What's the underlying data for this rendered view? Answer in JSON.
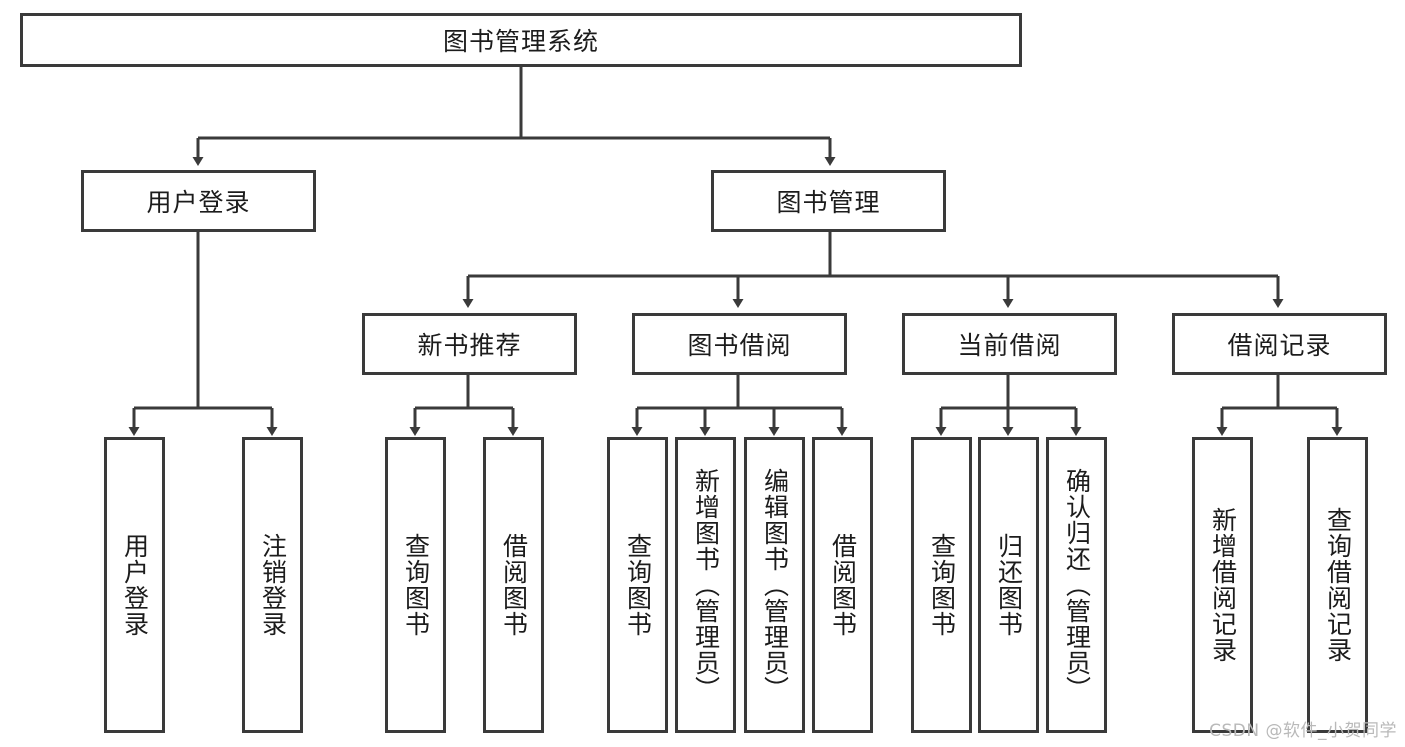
{
  "diagram": {
    "title": "图书管理系统",
    "type": "tree",
    "orientation": "top-down",
    "line_color": "#3a3a3a",
    "box_border_color": "#3a3a3a",
    "box_fill_color": "#ffffff",
    "background_color": "#ffffff",
    "watermark": "CSDN @软件_小贺同学"
  },
  "nodes": {
    "root": {
      "label": "图书管理系统"
    },
    "level1": [
      {
        "id": "user-login",
        "label": "用户登录"
      },
      {
        "id": "book-management",
        "label": "图书管理"
      }
    ],
    "level2": [
      {
        "id": "new-book-recommend",
        "label": "新书推荐"
      },
      {
        "id": "book-borrow",
        "label": "图书借阅"
      },
      {
        "id": "current-borrow",
        "label": "当前借阅"
      },
      {
        "id": "borrow-record",
        "label": "借阅记录"
      }
    ],
    "leaves": {
      "user-login": [
        {
          "id": "leaf-user-login",
          "label": "用户登录"
        },
        {
          "id": "leaf-user-logout",
          "label": "注销登录"
        }
      ],
      "new-book-recommend": [
        {
          "id": "leaf-query-book-1",
          "label": "查询图书"
        },
        {
          "id": "leaf-borrow-book-1",
          "label": "借阅图书"
        }
      ],
      "book-borrow": [
        {
          "id": "leaf-query-book-2",
          "label": "查询图书"
        },
        {
          "id": "leaf-add-book",
          "label": "新增图书（管理员）"
        },
        {
          "id": "leaf-edit-book",
          "label": "编辑图书（管理员）"
        },
        {
          "id": "leaf-borrow-book-2",
          "label": "借阅图书"
        }
      ],
      "current-borrow": [
        {
          "id": "leaf-query-book-3",
          "label": "查询图书"
        },
        {
          "id": "leaf-return-book",
          "label": "归还图书"
        },
        {
          "id": "leaf-confirm-return",
          "label": "确认归还（管理员）"
        }
      ],
      "borrow-record": [
        {
          "id": "leaf-add-borrow-record",
          "label": "新增借阅记录"
        },
        {
          "id": "leaf-query-borrow-record",
          "label": "查询借阅记录"
        }
      ]
    }
  }
}
